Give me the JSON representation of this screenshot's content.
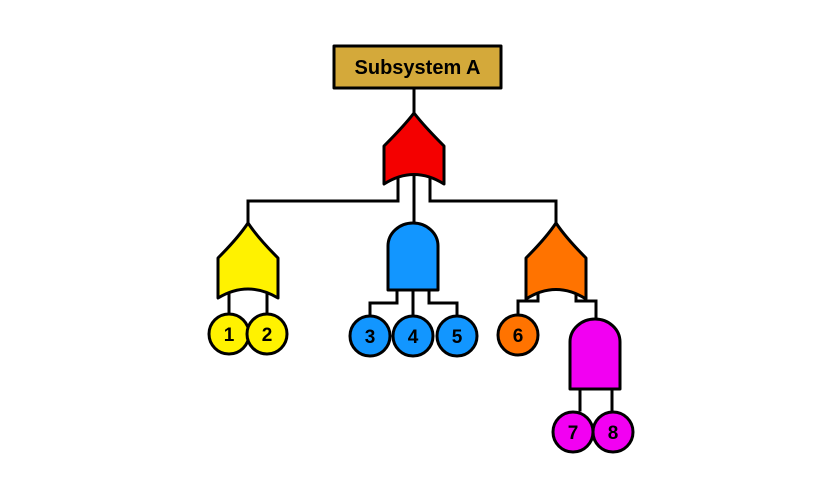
{
  "top_event": {
    "label": "Subsystem A",
    "color": "#D4A93A"
  },
  "gates": [
    {
      "id": "or-top",
      "type": "OR",
      "color": "#F40000"
    },
    {
      "id": "or-left",
      "type": "OR",
      "color": "#FFF200"
    },
    {
      "id": "and-middle",
      "type": "AND",
      "color": "#1296FF"
    },
    {
      "id": "or-right",
      "type": "OR",
      "color": "#FF7300"
    },
    {
      "id": "and-bottom",
      "type": "AND",
      "color": "#F200F2"
    }
  ],
  "events": [
    {
      "label": "1",
      "color": "#FFF200"
    },
    {
      "label": "2",
      "color": "#FFF200"
    },
    {
      "label": "3",
      "color": "#1296FF"
    },
    {
      "label": "4",
      "color": "#1296FF"
    },
    {
      "label": "5",
      "color": "#1296FF"
    },
    {
      "label": "6",
      "color": "#FF7300"
    },
    {
      "label": "7",
      "color": "#F200F2"
    },
    {
      "label": "8",
      "color": "#F200F2"
    }
  ]
}
